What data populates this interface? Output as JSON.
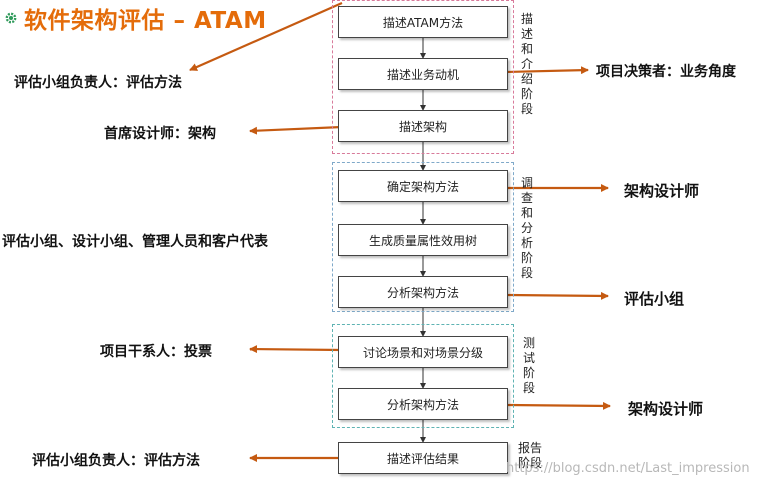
{
  "title": "软件架构评估 – ATAM",
  "colors": {
    "title": "#e46c0a",
    "arrow": "#c55a11",
    "phase1_border": "#d87a9a",
    "phase2_border": "#7fa9c9",
    "phase3_border": "#5fb3b3"
  },
  "steps": [
    "描述ATAM方法",
    "描述业务动机",
    "描述架构",
    "确定架构方法",
    "生成质量属性效用树",
    "分析架构方法",
    "讨论场景和对场景分级",
    "分析架构方法",
    "描述评估结果"
  ],
  "phases": [
    "描述和介绍阶段",
    "调查和分析阶段",
    "测试阶段",
    "报告阶段"
  ],
  "labels": {
    "left_1": "评估小组负责人：评估方法",
    "left_2": "首席设计师：架构",
    "left_3": "评估小组、设计小组、管理人员和客户代表",
    "left_4": "项目干系人：投票",
    "left_5": "评估小组负责人：评估方法",
    "right_1": "项目决策者：业务角度",
    "right_2": "架构设计师",
    "right_3": "评估小组",
    "right_4": "架构设计师"
  },
  "watermark": "https://blog.csdn.net/Last_impression"
}
